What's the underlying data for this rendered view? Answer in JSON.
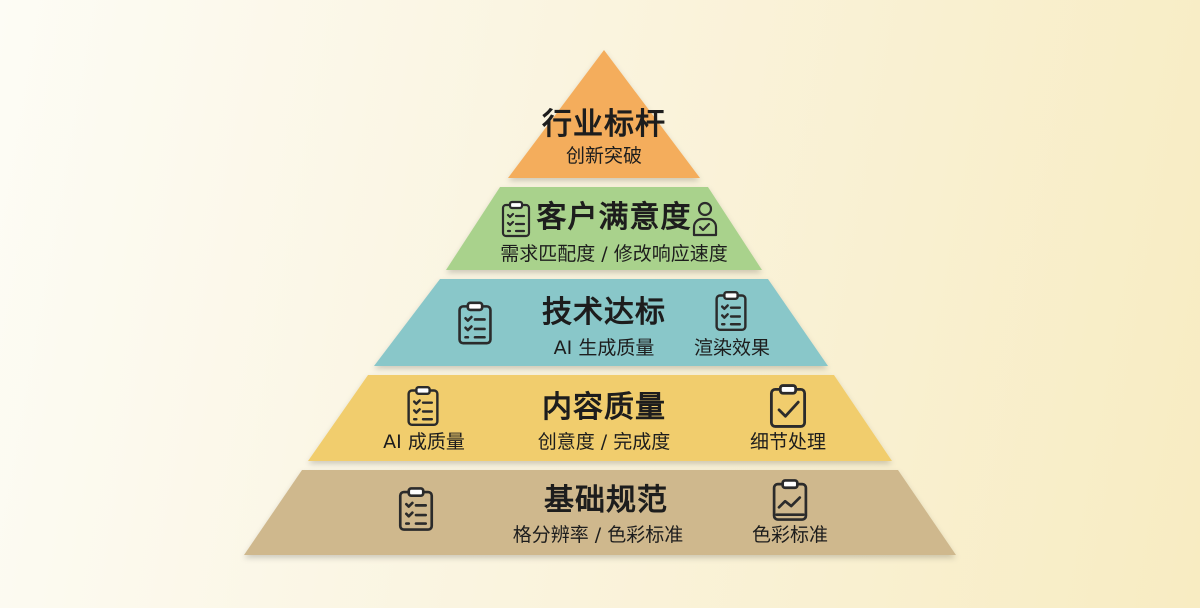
{
  "colors": {
    "level1": "#f4ad5c",
    "level2": "#a9d28c",
    "level3": "#89c7c9",
    "level4": "#f1cd6d",
    "level5": "#cfb88d",
    "icon_stroke": "#2b2b2b"
  },
  "levels": [
    {
      "title": "行业标杆",
      "subtitle": "创新突破"
    },
    {
      "title": "客户满意度",
      "subtitle": "需求匹配度 / 修改响应速度"
    },
    {
      "title": "技术达标",
      "left_label": "AI 生成质量",
      "right_label": "渲染效果"
    },
    {
      "title": "内容质量",
      "subtitle": "创意度 / 完成度",
      "left_label": "AI 成质量",
      "right_label": "细节处理"
    },
    {
      "title": "基础规范",
      "subtitle": "格分辨率 / 色彩标准",
      "right_label": "色彩标准"
    }
  ],
  "icons": {
    "level2_left": "clipboard-checklist-icon",
    "level2_right": "user-check-icon",
    "level3_left": "clipboard-checklist-icon",
    "level3_right": "clipboard-checklist-icon",
    "level4_left": "clipboard-checklist-icon",
    "level4_right": "clipboard-check-icon",
    "level5_left": "clipboard-checklist-icon",
    "level5_right": "clipboard-chart-icon"
  }
}
